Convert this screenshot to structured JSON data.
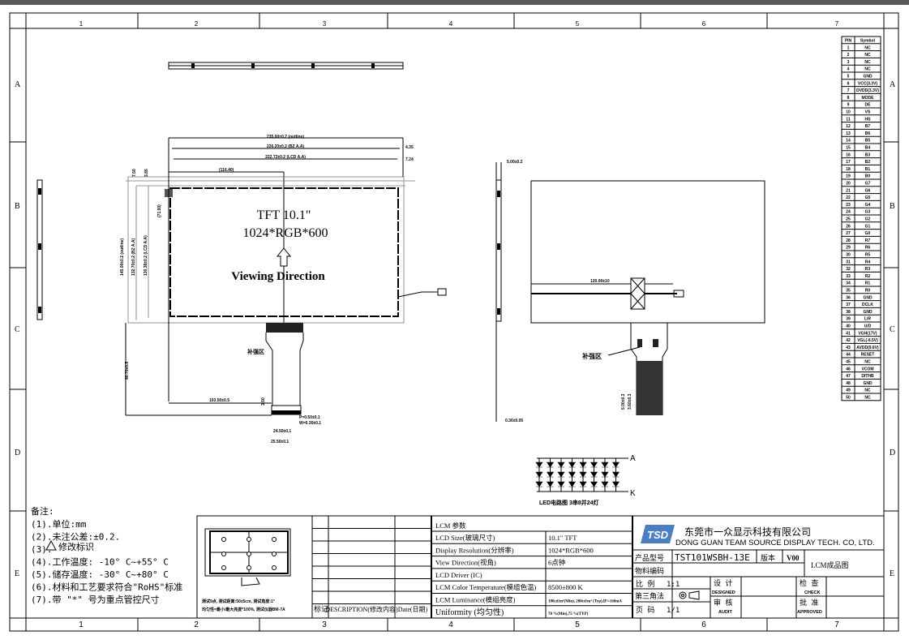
{
  "frame": {
    "columns": [
      "1",
      "2",
      "3",
      "4",
      "5",
      "6",
      "7"
    ],
    "rows": [
      "A",
      "B",
      "C",
      "D",
      "E"
    ]
  },
  "front_view": {
    "title": "TFT 10.1\"",
    "resolution": "1024*RGB*600",
    "viewing": "Viewing Direction",
    "dims": {
      "outline_w": "235.00±0.2 (outline)",
      "bz_w": "226.20±0.2 (BZ A.A)",
      "aa_w": "222.72±0.2 (LCD A.A)",
      "right1": "4.35",
      "right2": "7.24",
      "center": "(116.40)",
      "top1": "7.50",
      "top2": "3.85",
      "mid_v": "(71.50)",
      "outline_h": "145.00±0.2 (outline)",
      "bz_h": "132.70±0.2 (BZ A.A)",
      "aa_h": "130.38±0.2 (LCD A.A)",
      "fpc_len": "90.70±0.5",
      "fpc_off": "103.50±0.5",
      "fpc_gap": "3.50",
      "pitch": "P=0.50±0.1",
      "width": "W=0.30±0.1",
      "pin_span": "24.50±0.1",
      "fpc_w": "25.50±0.1"
    },
    "stiffener_label": "补强区"
  },
  "rear_view": {
    "thickness": "5.00±0.2",
    "fpc_thick": "0.30±0.05",
    "cable_len": "120.00±10",
    "d1": "5.00±0.3",
    "d2": "3.60±0.3",
    "stiffener_label": "补强区"
  },
  "led": {
    "anode": "A",
    "cathode": "K",
    "caption": "LED电路图 3串8并24灯"
  },
  "pin_table": {
    "headers": [
      "PIN",
      "Symbol"
    ],
    "rows": [
      [
        "1",
        "NC"
      ],
      [
        "2",
        "NC"
      ],
      [
        "3",
        "NC"
      ],
      [
        "4",
        "NC"
      ],
      [
        "5",
        "GND"
      ],
      [
        "6",
        "VCC(3.3V)"
      ],
      [
        "7",
        "DVDD(3.3V)"
      ],
      [
        "8",
        "MODE"
      ],
      [
        "9",
        "DE"
      ],
      [
        "10",
        "VS"
      ],
      [
        "11",
        "HS"
      ],
      [
        "12",
        "B7"
      ],
      [
        "13",
        "B6"
      ],
      [
        "14",
        "B5"
      ],
      [
        "15",
        "B4"
      ],
      [
        "16",
        "B3"
      ],
      [
        "17",
        "B2"
      ],
      [
        "18",
        "B1"
      ],
      [
        "19",
        "B0"
      ],
      [
        "20",
        "G7"
      ],
      [
        "21",
        "G6"
      ],
      [
        "22",
        "G5"
      ],
      [
        "23",
        "G4"
      ],
      [
        "24",
        "G3"
      ],
      [
        "25",
        "G2"
      ],
      [
        "26",
        "G1"
      ],
      [
        "27",
        "G0"
      ],
      [
        "28",
        "R7"
      ],
      [
        "29",
        "R6"
      ],
      [
        "30",
        "R5"
      ],
      [
        "31",
        "R4"
      ],
      [
        "32",
        "R3"
      ],
      [
        "33",
        "R2"
      ],
      [
        "34",
        "R1"
      ],
      [
        "35",
        "R0"
      ],
      [
        "36",
        "GND"
      ],
      [
        "37",
        "DCLK"
      ],
      [
        "38",
        "GND"
      ],
      [
        "39",
        "L/R"
      ],
      [
        "40",
        "U/D"
      ],
      [
        "41",
        "VGH(17V)"
      ],
      [
        "42",
        "VGL(-6.5V)"
      ],
      [
        "43",
        "AVDD(9.6V)"
      ],
      [
        "44",
        "RESET"
      ],
      [
        "45",
        "NC"
      ],
      [
        "46",
        "VCOM"
      ],
      [
        "47",
        "DITHB"
      ],
      [
        "48",
        "GND"
      ],
      [
        "49",
        "NC"
      ],
      [
        "50",
        "NC"
      ]
    ]
  },
  "notes": {
    "title": "备注:",
    "items": [
      "(1).单位:mm",
      "(2).未注公差:±0.2.",
      "(3).",
      "(4).工作温度: -10° C~+55° C",
      "(5).储存温度: -30° C~+80° C",
      "(6).材料和工艺要求符合\"RoHS\"标准",
      "(7).带 \"*\" 号为重点管控尺寸"
    ],
    "revision_mark_text": "修改标识"
  },
  "test_diagram": {
    "line1": "测试9点, 测试距离:50±5cm, 测试角度:1°",
    "line2": "均匀性=最小/最大亮度*100%, 测试仪器BM-7A"
  },
  "revision_table": {
    "mark": "标记",
    "description": "DESCRIPTION(修改内容)",
    "date": "Date(日期)"
  },
  "lcm_params": {
    "title": "LCM 参数",
    "rows": [
      {
        "label": "LCD Size(玻璃尺寸)",
        "value": "10.1\" TFT"
      },
      {
        "label": "Display Resolution(分辨率)",
        "value": "1024*RGB*600"
      },
      {
        "label": "View Direction(视角)",
        "value": "6点钟"
      },
      {
        "label": "LCD Driver (IC)",
        "value": ""
      },
      {
        "label": "LCM Color Temperature(模组色温)",
        "value": "8500±800 K"
      },
      {
        "label": "LCM Luminance(模组亮度)",
        "value": "180cd/m²(Min), 200cd/m² (Typ),IF=160mA"
      },
      {
        "label": "Uniformity (均匀性)",
        "value": "70 %(Min),75 %(TYP)"
      }
    ]
  },
  "title_block": {
    "company_cn": "东莞市一众显示科技有限公司",
    "company_en": "DONG GUAN TEAM SOURCE DISPLAY TECH. CO, LTD.",
    "logo": "TSD",
    "model_label": "产品型号",
    "model": "TST101WSBH-13E",
    "version_label": "版本",
    "version": "V00",
    "drawing_name": "LCM成品图",
    "material_label": "物料编码",
    "scale_label": "比 例",
    "scale": "1:1",
    "projection_label": "第三角法",
    "page_label": "页 码",
    "page": "1/1",
    "designed_cn": "设 计",
    "designed_en": "DESIGNED",
    "audit_cn": "审 核",
    "audit_en": "AUDIT",
    "check_cn": "检 查",
    "check_en": "CHECK",
    "approved_cn": "批 准",
    "approved_en": "APPROVED"
  }
}
